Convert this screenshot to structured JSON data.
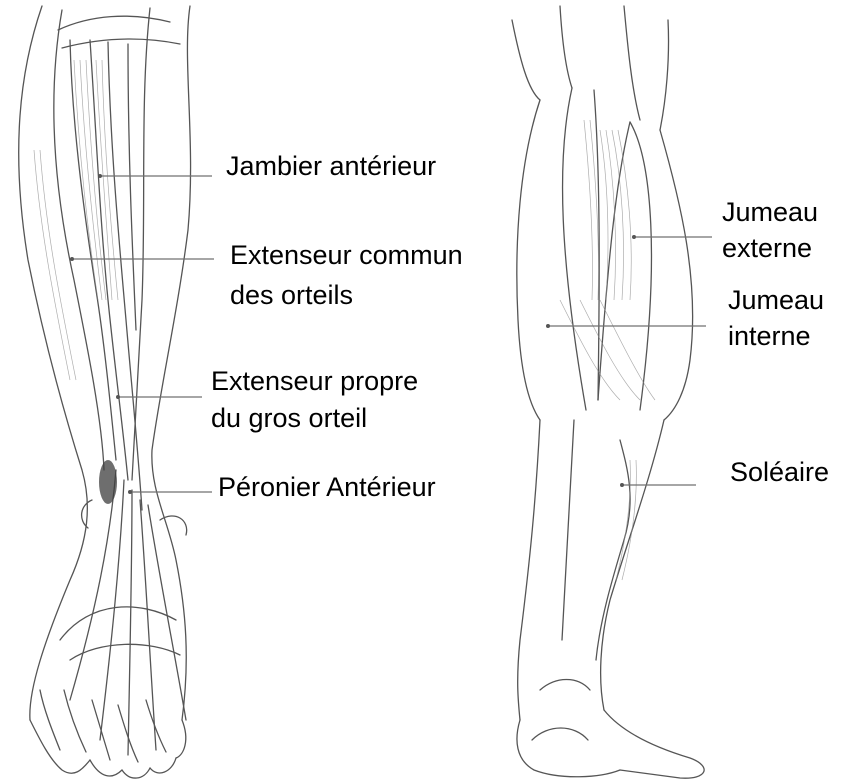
{
  "figure": {
    "left_drawing": "front-leg-muscles-sketch",
    "right_drawing": "back-leg-muscles-sketch",
    "stroke_color": "#555555",
    "shade_color": "#8a8a8a",
    "leader_color": "#707070",
    "label_color": "#000000"
  },
  "labels": {
    "jambier_anterieur": "Jambier antérieur",
    "extenseur_commun_1": "Extenseur commun",
    "extenseur_commun_2": "des orteils",
    "extenseur_propre_1": "Extenseur propre",
    "extenseur_propre_2": "du gros orteil",
    "peronier_anterieur": "Péronier Antérieur",
    "jumeau_externe_1": "Jumeau",
    "jumeau_externe_2": "externe",
    "jumeau_interne_1": "Jumeau",
    "jumeau_interne_2": "interne",
    "soleaire": "Soléaire"
  }
}
